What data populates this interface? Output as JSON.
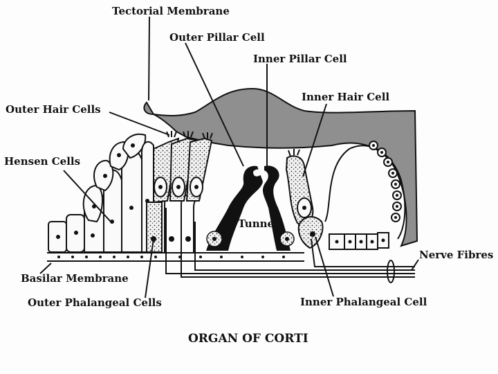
{
  "diagram": {
    "title": "ORGAN OF CORTI",
    "labels": {
      "tectorial_membrane": "Tectorial  Membrane",
      "outer_pillar_cell": "Outer  Pillar  Cell",
      "inner_pillar_cell": "Inner  Pillar  Cell",
      "inner_hair_cell": "Inner  Hair  Cell",
      "outer_hair_cells": "Outer  Hair  Cells",
      "hensen_cells": "Hensen  Cells",
      "tunnel": "Tunnel",
      "nerve_fibres": "Nerve  Fibres",
      "basilar_membrane": "Basilar  Membrane",
      "outer_phalangeal_cells": "Outer  Phalangeal  Cells",
      "inner_phalangeal_cell": "Inner  Phalangeal  Cell"
    }
  }
}
